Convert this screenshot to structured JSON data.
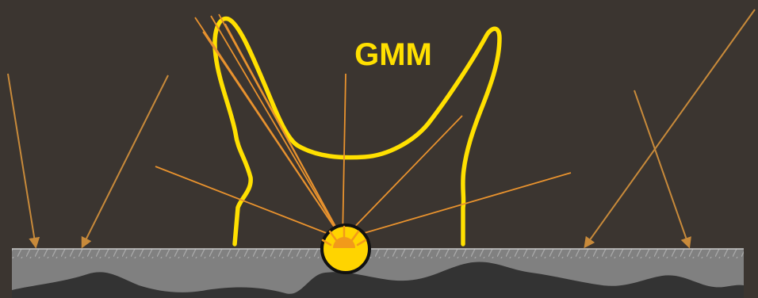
{
  "diagram": {
    "label": "GMM",
    "colors": {
      "background": "#3b3530",
      "lobe": "#ffe000",
      "rays": "#e8922e",
      "incident_arrows": "#c88a3a",
      "surface": "#808080",
      "surface_hatch": "#a8a8a8",
      "surface_shadow": "#333333",
      "sphere_fill": "#ffd400",
      "sphere_outline": "#111111",
      "sphere_highlight": "#f29a1a"
    },
    "icons": {
      "lobe": "gmm-lobe-outline",
      "sphere": "light-source-sphere",
      "surface": "rough-surface",
      "arrows": "incident-light-arrows"
    }
  }
}
